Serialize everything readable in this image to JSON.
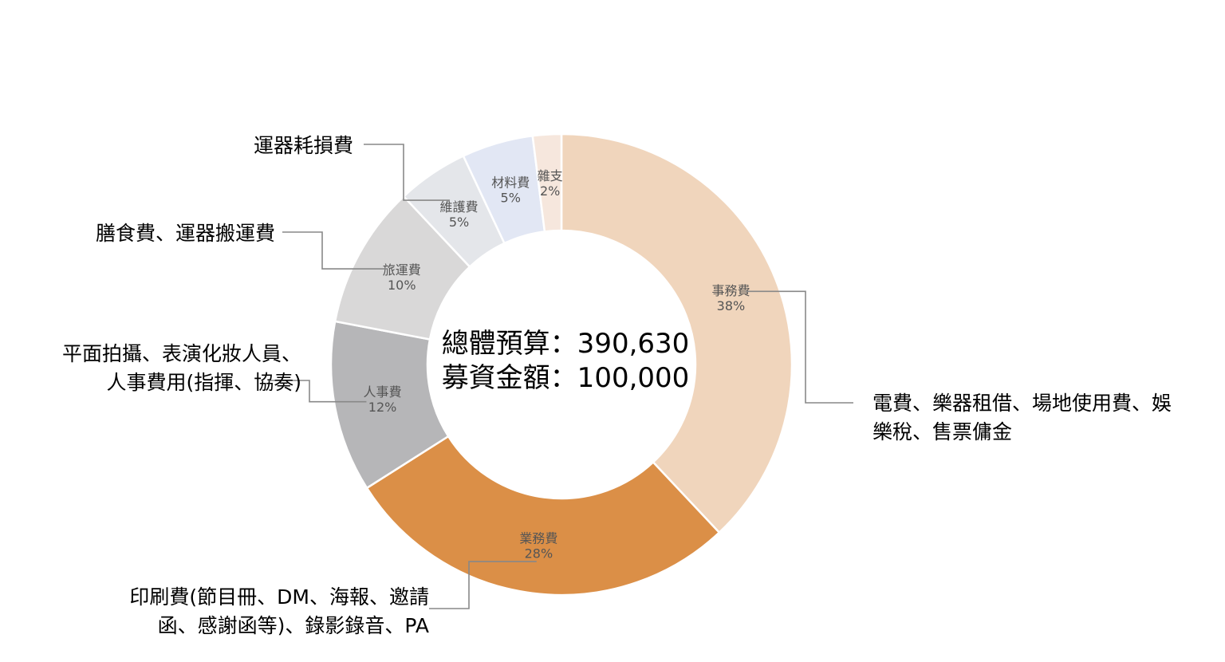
{
  "chart_data": {
    "type": "pie",
    "donut": true,
    "center_text": [
      "總體預算：390,630",
      "募資金額：100,000"
    ],
    "slices": [
      {
        "name": "事務費",
        "percent_label": "38%",
        "value": 38,
        "color": "#F0D5BC"
      },
      {
        "name": "業務費",
        "percent_label": "28%",
        "value": 28,
        "color": "#DB8F47"
      },
      {
        "name": "人事費",
        "percent_label": "12%",
        "value": 12,
        "color": "#B6B6B8"
      },
      {
        "name": "旅運費",
        "percent_label": "10%",
        "value": 10,
        "color": "#D9D8D8"
      },
      {
        "name": "維護費",
        "percent_label": "5%",
        "value": 5,
        "color": "#E4E6EA"
      },
      {
        "name": "材料費",
        "percent_label": "5%",
        "value": 5,
        "color": "#E2E7F4"
      },
      {
        "name": "雜支",
        "percent_label": "2%",
        "value": 2,
        "color": "#F6E7DD"
      }
    ],
    "annotations": [
      {
        "slice": "事務費",
        "lines": [
          "電費、樂器租借、場地使用費、娛",
          "樂稅、售票傭金"
        ]
      },
      {
        "slice": "業務費",
        "lines": [
          "印刷費(節目冊、DM、海報、邀請",
          "函、感謝函等)、錄影錄音、PA"
        ]
      },
      {
        "slice": "人事費",
        "lines": [
          "平面拍攝、表演化妝人員、",
          "人事費用(指揮、協奏)"
        ]
      },
      {
        "slice": "旅運費",
        "lines": [
          "膳食費、運器搬運費"
        ]
      },
      {
        "slice": "維護費",
        "lines": [
          "運器耗損費"
        ]
      }
    ]
  }
}
